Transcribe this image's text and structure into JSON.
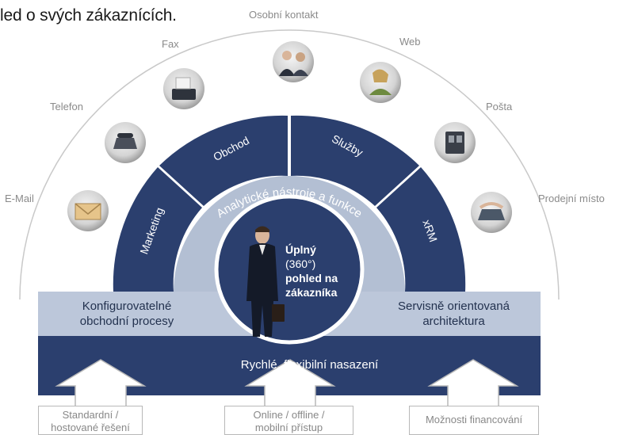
{
  "header": {
    "text": "led o svých zákaznících."
  },
  "channels": {
    "osobni": "Osobní kontakt",
    "web": "Web",
    "fax": "Fax",
    "telefon": "Telefon",
    "posta": "Pošta",
    "email": "E-Mail",
    "prodejni": "Prodejní místo"
  },
  "segments": {
    "marketing": "Marketing",
    "obchod": "Obchod",
    "sluzby": "Služby",
    "xrm": "xRM"
  },
  "analytics": "Analytické nástroje a funkce",
  "center": {
    "line1": "Úplný",
    "line2": "(360°)",
    "line3": "pohled na",
    "line4": "zákazníka"
  },
  "band": {
    "left_line1": "Konfigurovatelné",
    "left_line2": "obchodní procesy",
    "right_line1": "Servisně orientovaná",
    "right_line2": "architektura"
  },
  "base": "Rychlé, flexibilní nasazení",
  "features": {
    "f1_line1": "Standardní /",
    "f1_line2": "hostované řešení",
    "f2_line1": "Online / offline /",
    "f2_line2": "mobilní přístup",
    "f3": "Možnosti financování"
  },
  "colors": {
    "navy": "#2b3f6e",
    "light_blue": "#b3bfd3",
    "band_blue": "#bcc7da",
    "outer_line": "#c9c9c9"
  }
}
